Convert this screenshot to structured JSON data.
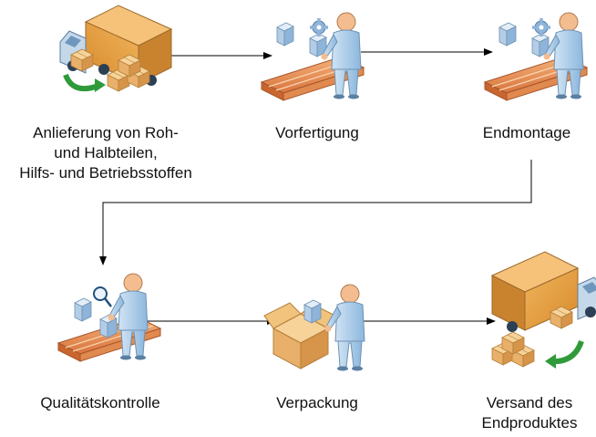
{
  "diagram": {
    "steps": [
      {
        "id": "anlieferung",
        "lines": [
          "Anlieferung von Roh-",
          "und Halbteilen,",
          "Hilfs- und Betriebsstoffen"
        ],
        "icon": "delivery-truck-icon"
      },
      {
        "id": "vorfertigung",
        "lines": [
          "Vorfertigung"
        ],
        "icon": "assembly-line-worker-icon"
      },
      {
        "id": "endmontage",
        "lines": [
          "Endmontage"
        ],
        "icon": "assembly-line-worker-icon"
      },
      {
        "id": "qualitaetskontrolle",
        "lines": [
          "Qualitätskontrolle"
        ],
        "icon": "quality-inspection-icon"
      },
      {
        "id": "verpackung",
        "lines": [
          "Verpackung"
        ],
        "icon": "packaging-worker-icon"
      },
      {
        "id": "versand",
        "lines": [
          "Versand des",
          "Endproduktes"
        ],
        "icon": "shipping-truck-icon"
      }
    ],
    "colors": {
      "arrow": "#000000",
      "truck_box": "#e39a3c",
      "cardboard": "#f2c37d",
      "worker": "#a9cbe8",
      "skin": "#f2b98d",
      "conveyor": "#e58a55",
      "machine": "#c5d8ea",
      "green_arrow": "#2f9a3a"
    }
  }
}
